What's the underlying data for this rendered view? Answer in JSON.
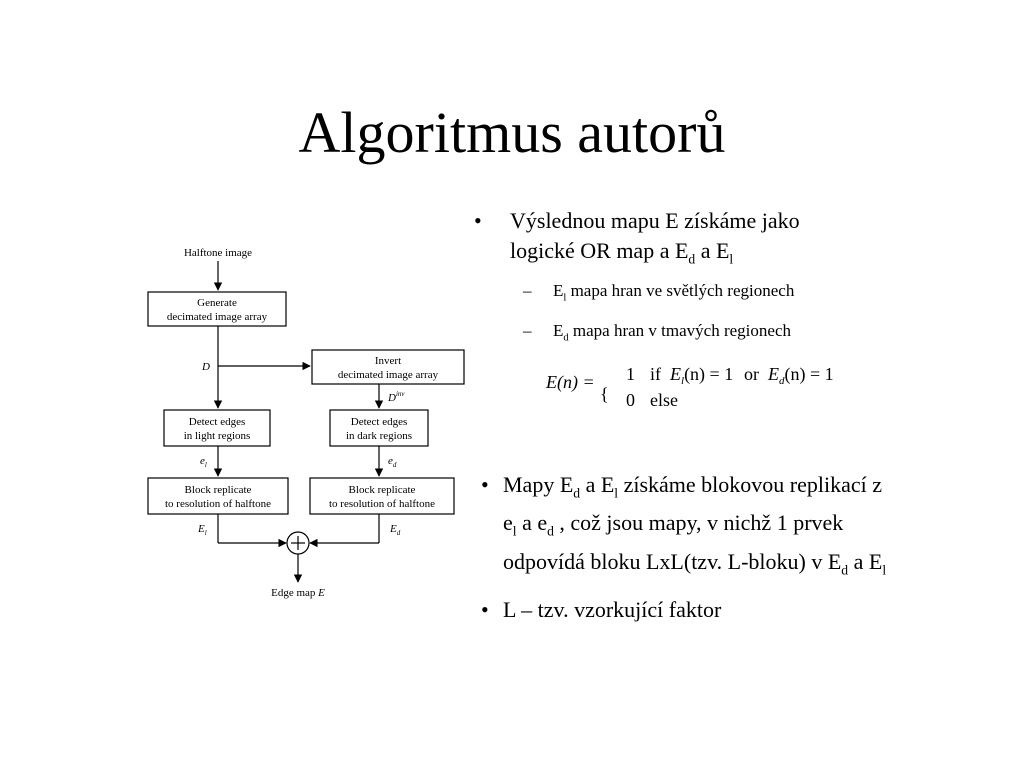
{
  "slide": {
    "title": "Algoritmus autorů"
  },
  "diagram": {
    "input": "Halftone image",
    "generate_l1": "Generate",
    "generate_l2": "decimated image array",
    "invert_l1": "Invert",
    "invert_l2": "decimated image array",
    "detect_light_l1": "Detect edges",
    "detect_light_l2": "in light regions",
    "detect_dark_l1": "Detect edges",
    "detect_dark_l2": "in dark regions",
    "block_left_l1": "Block replicate",
    "block_left_l2": "to resolution of halftone",
    "block_right_l1": "Block replicate",
    "block_right_l2": "to resolution of halftone",
    "label_D": "D",
    "label_Dinv_base": "D",
    "label_Dinv_sup": "inv",
    "label_el_base": "e",
    "label_el_sub": "l",
    "label_ed_base": "e",
    "label_ed_sub": "d",
    "label_El_base": "E",
    "label_El_sub": "l",
    "label_Ed_base": "E",
    "label_Ed_sub": "d",
    "output_text": "Edge map ",
    "output_var": "E"
  },
  "bullet1": {
    "bullet": "•",
    "line1": "Výslednou mapu E získáme jako",
    "line2_a": "logické OR map a E",
    "line2_sub1": "d",
    "line2_b": " a E",
    "line2_sub2": "l",
    "sub1_dash": "–",
    "sub1_base": "E",
    "sub1_sub": "l",
    "sub1_text": " mapa hran ve světlých regionech",
    "sub2_dash": "–",
    "sub2_base": "E",
    "sub2_sub": "d",
    "sub2_text": " mapa hran v tmavých regionech"
  },
  "formula": {
    "lhs": "E(n) =",
    "brace": "{",
    "case1_val": "1",
    "case1_if": "if",
    "case1_cond1": "E",
    "case1_cond1_sub": "l",
    "case1_cond1_tail": "(n) = 1",
    "case1_or": "or",
    "case1_cond2": "E",
    "case1_cond2_sub": "d",
    "case1_cond2_tail": "(n) = 1",
    "case2_val": "0",
    "case2_else": "else"
  },
  "bullet2": {
    "bullet": "•",
    "t1": "Mapy E",
    "s1": "d",
    "t2": " a E",
    "s2": "l",
    "t3": " získáme blokovou replikací z e",
    "s3": "l",
    "t4": " a e",
    "s4": "d",
    "t5": " , což jsou mapy, v nichž 1 prvek odpovídá bloku LxL(tzv. L-bloku) v E",
    "s5": "d",
    "t6": " a E",
    "s6": "l"
  },
  "bullet3": {
    "bullet": "•",
    "text": "L – tzv. vzorkující faktor"
  }
}
